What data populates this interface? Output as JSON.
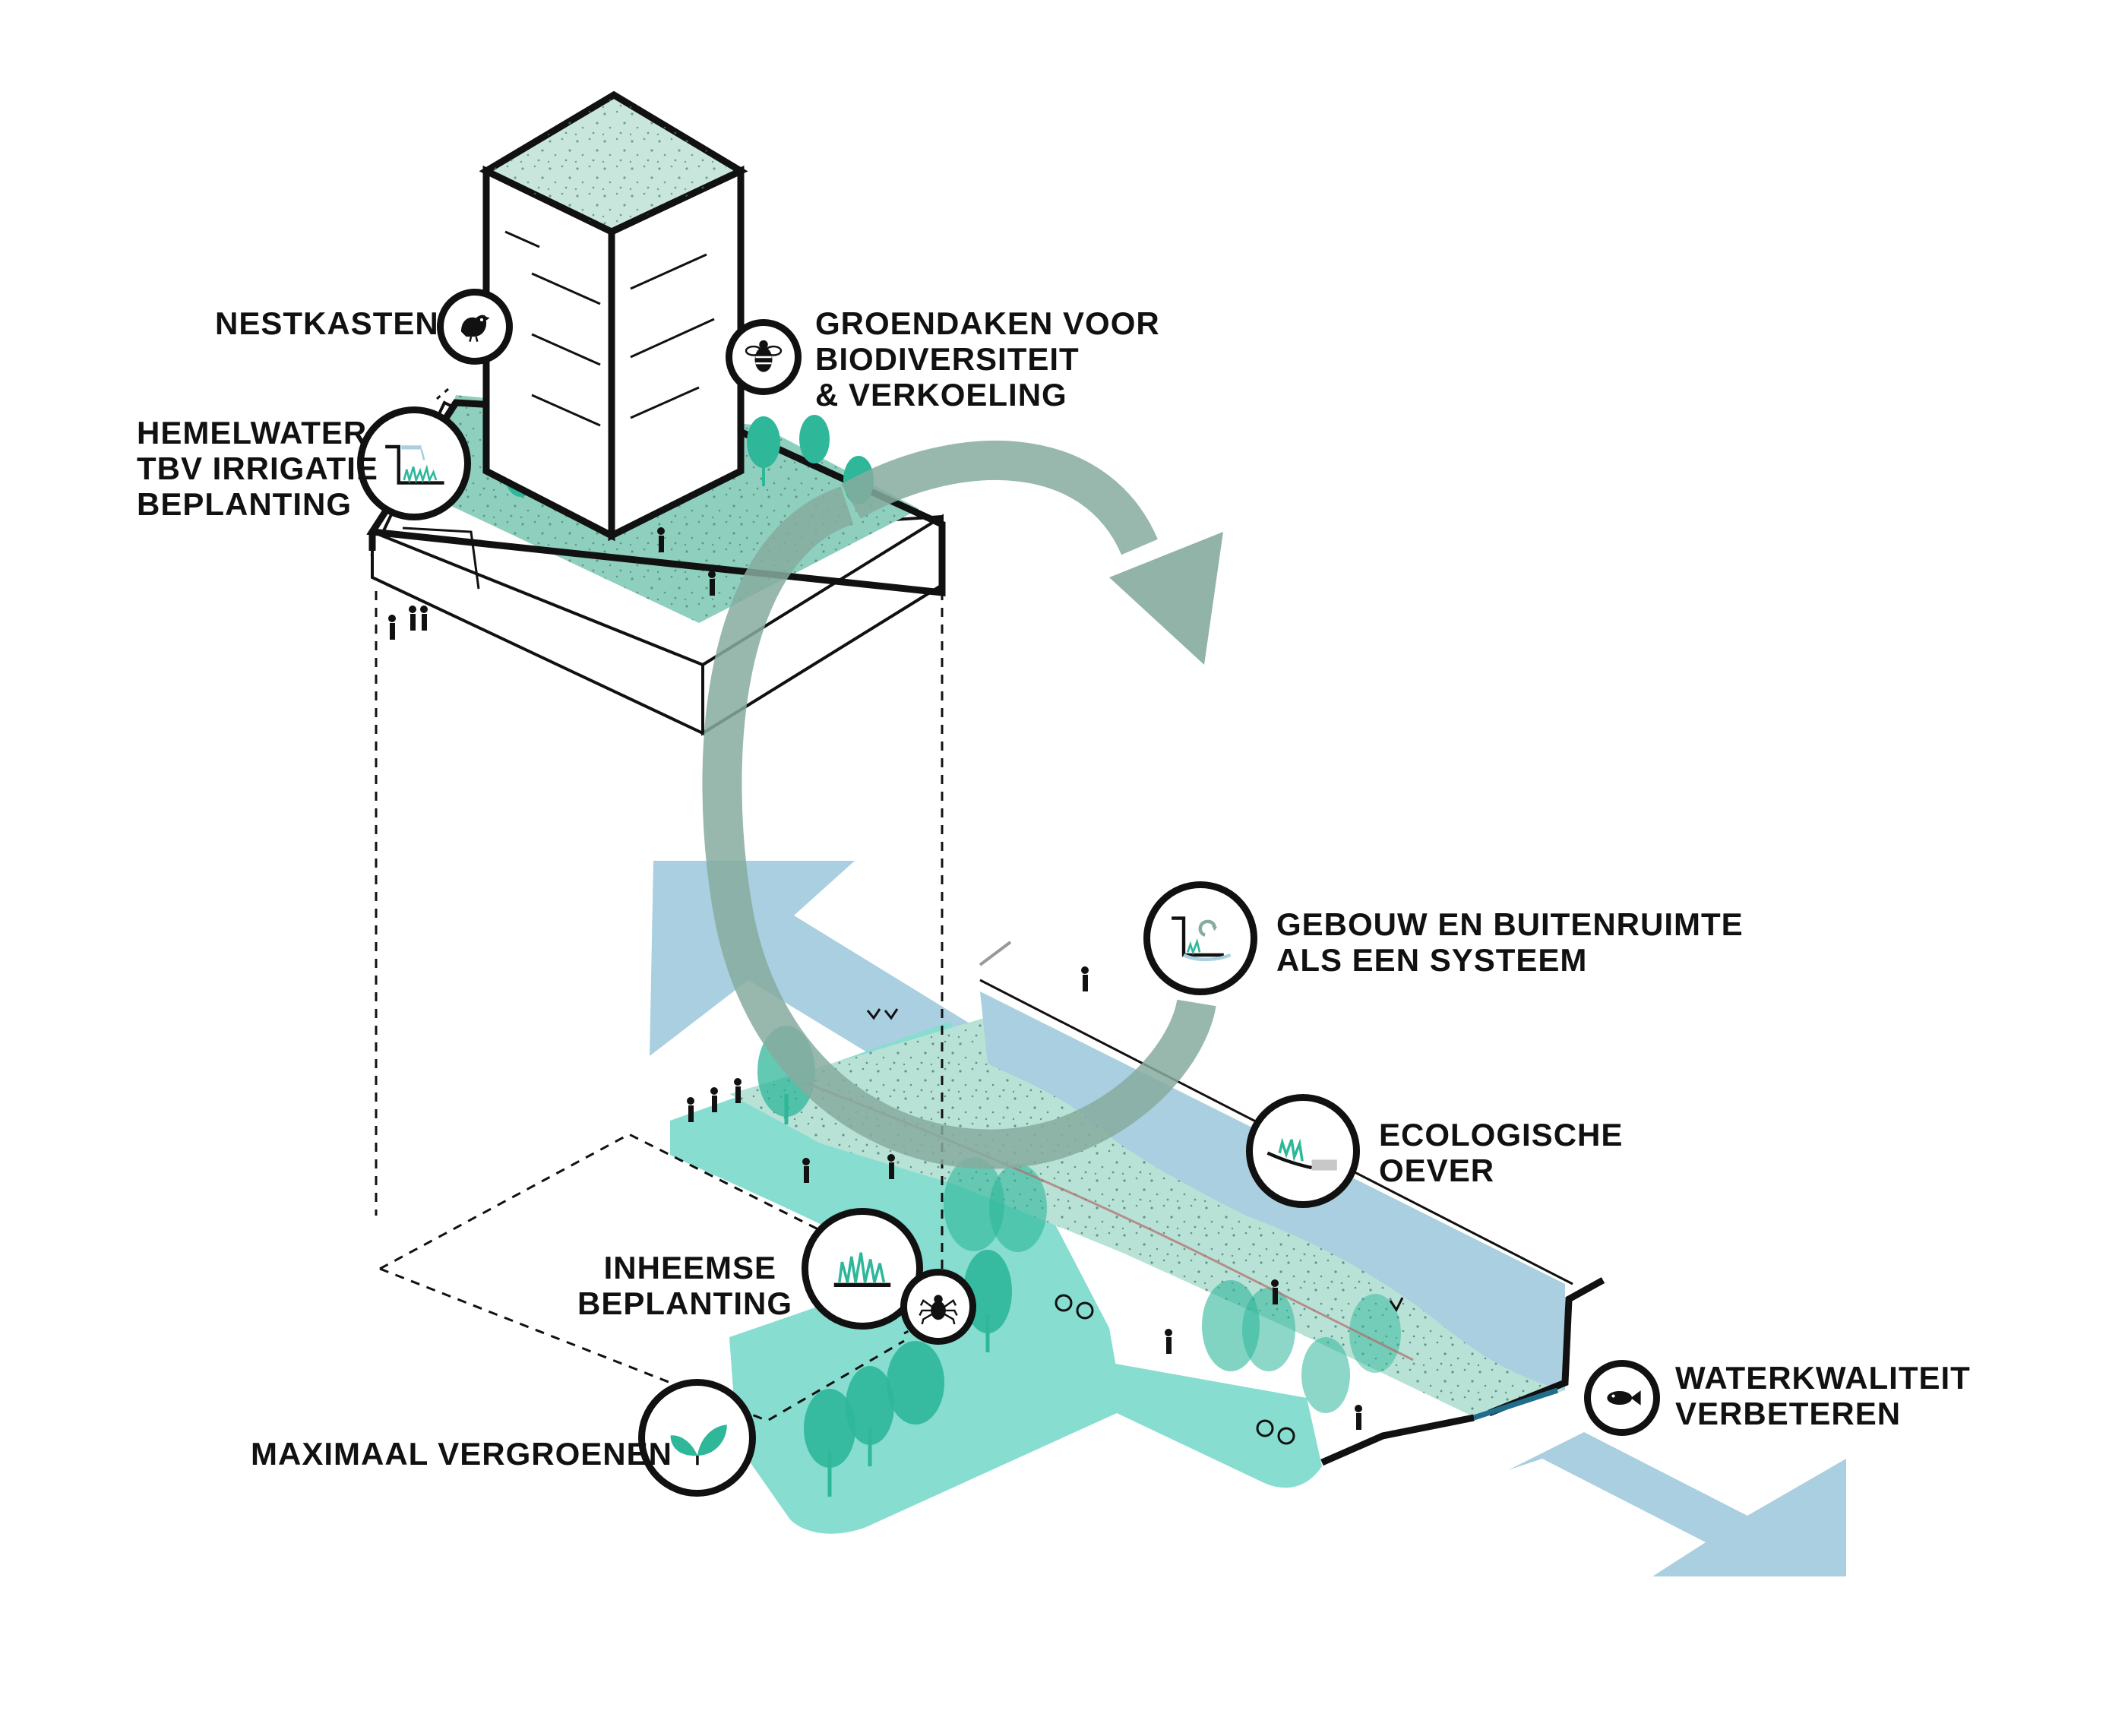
{
  "labels": {
    "nestkasten": "NESTKASTEN",
    "groendaken": [
      "GROENDAKEN VOOR",
      "BIODIVERSITEIT",
      "& VERKOELING"
    ],
    "hemelwater": [
      "HEMELWATER",
      "TBV IRRIGATIE",
      "BEPLANTING"
    ],
    "gebouw": [
      "GEBOUW EN BUITENRUIMTE",
      "ALS EEN SYSTEEM"
    ],
    "ecologische": [
      "ECOLOGISCHE",
      "OEVER"
    ],
    "inheemse": [
      "INHEEMSE",
      "BEPLANTING"
    ],
    "waterkwaliteit": [
      "WATERKWALITEIT",
      "VERBETEREN"
    ],
    "vergroenen": "MAXIMAAL VERGROENEN"
  },
  "icons": {
    "nestkasten": "bird-icon",
    "groendaken": "bee-icon",
    "hemelwater": "rainwater-planter-icon",
    "gebouw": "building-landscape-cycle-icon",
    "ecologische": "ecological-bank-icon",
    "inheemse": "native-grass-icon",
    "insect": "spider-icon",
    "waterkwaliteit": "fish-icon",
    "vergroenen": "leaves-icon"
  },
  "colors": {
    "water_blue": "#a9cfe0",
    "cycle_arrow": "#86ab9f",
    "green_light": "#86ddd0",
    "green_dark": "#2fb79a",
    "roof_green": "#c9e6dc",
    "outline": "#111111"
  }
}
